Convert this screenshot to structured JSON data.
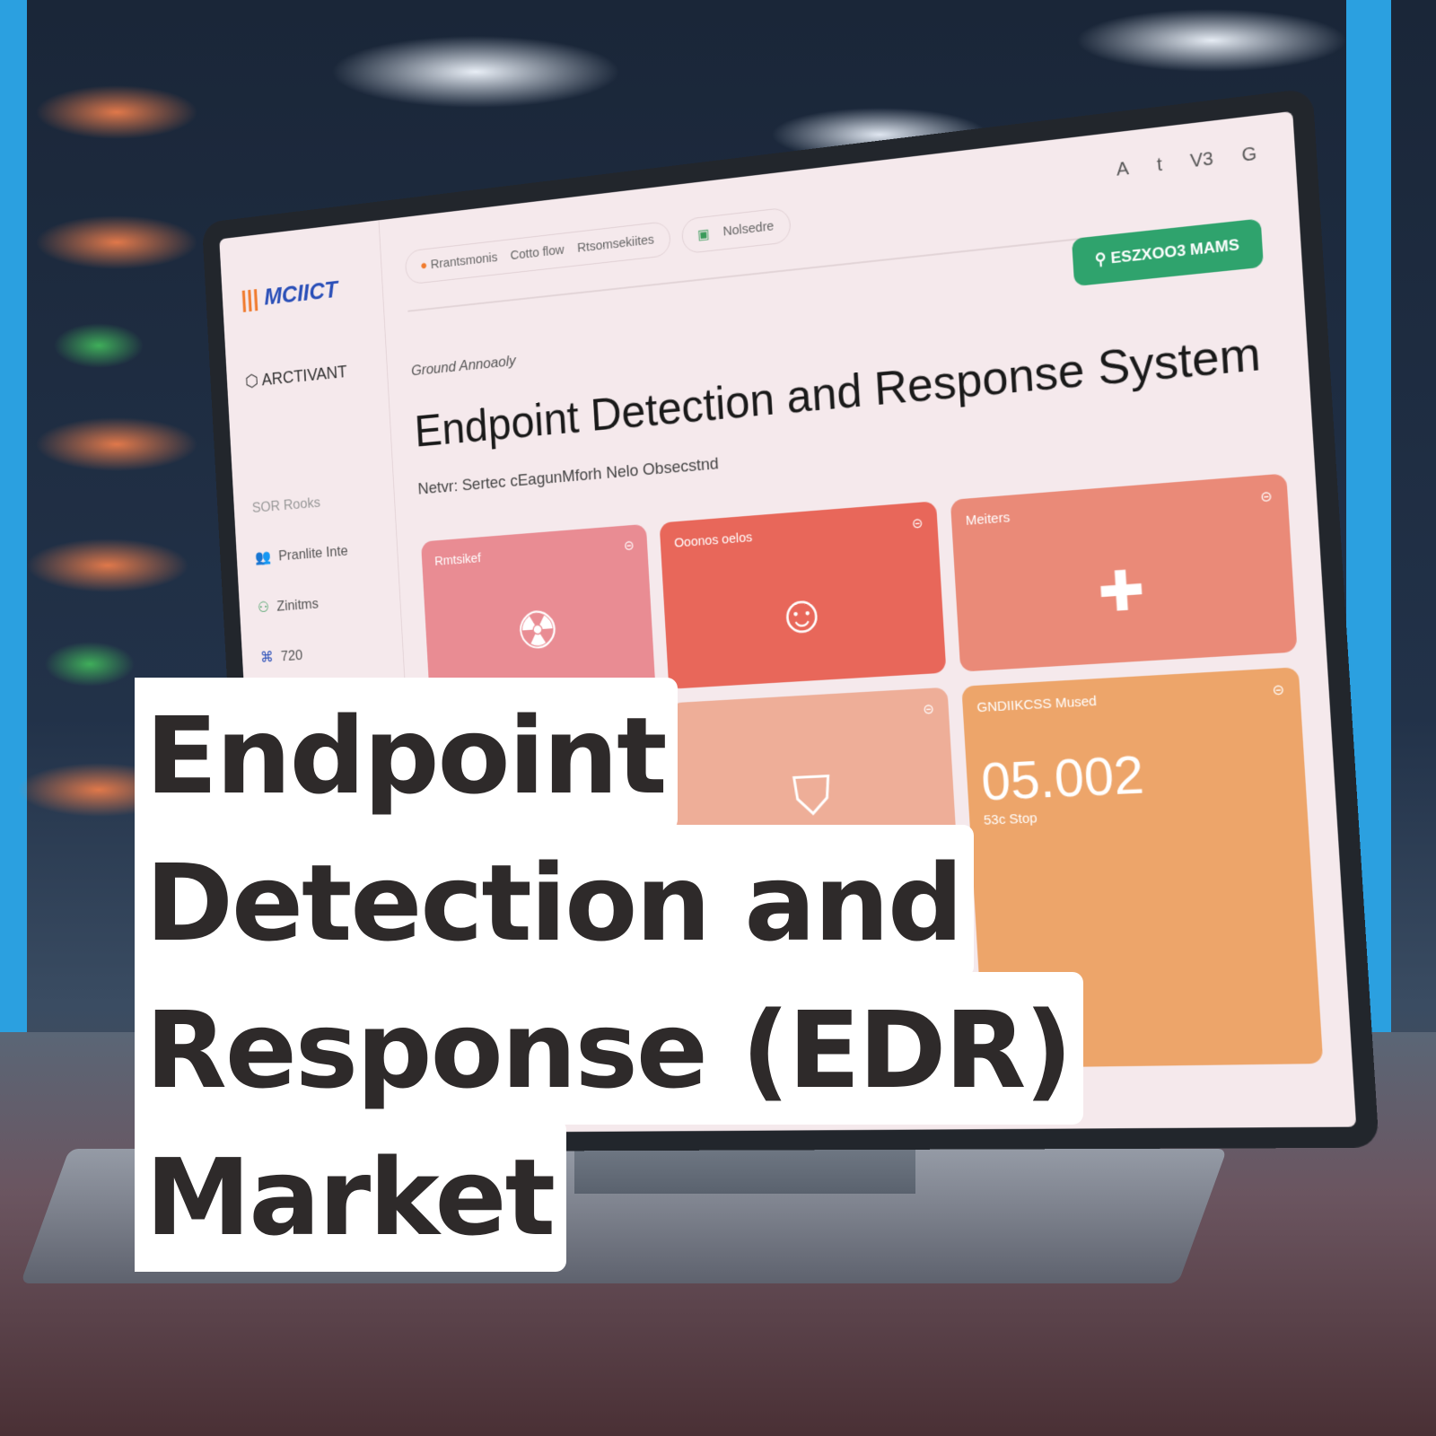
{
  "screen": {
    "logo": "MCIICT",
    "account": "ARCTIVANT",
    "section": "SOR Rooks",
    "sidebar": [
      "Pranlite Inte",
      "Zinitms",
      "720"
    ],
    "tabs": [
      "Rrantsmonis",
      "Cotto flow",
      "Rtsomsekiites",
      "Nolsedre"
    ],
    "top_icons": [
      "A",
      "t",
      "V3",
      "G"
    ],
    "cta": "ESZXOO3 MAMS",
    "crumb": "Ground Annoaoly",
    "title": "Endpoint Detection and Response System",
    "subtitle": "Netvr: Sertec cEagunMforh Nelo Obsecstnd",
    "cards": [
      {
        "label": "Rmtsikef",
        "color": "#e98c93"
      },
      {
        "label": "Ooonos oelos",
        "color": "#e8675a"
      },
      {
        "label": "Meiters",
        "color": "#ea8a78"
      },
      {
        "label": "",
        "color": "#eeae98"
      },
      {
        "label": "GNDIIKCSS Mused",
        "value": "05.002",
        "note": "53c Stop",
        "color": "#eda56a"
      }
    ]
  },
  "headline": [
    "Endpoint",
    "Detection and",
    "Response (EDR)",
    "Market"
  ]
}
